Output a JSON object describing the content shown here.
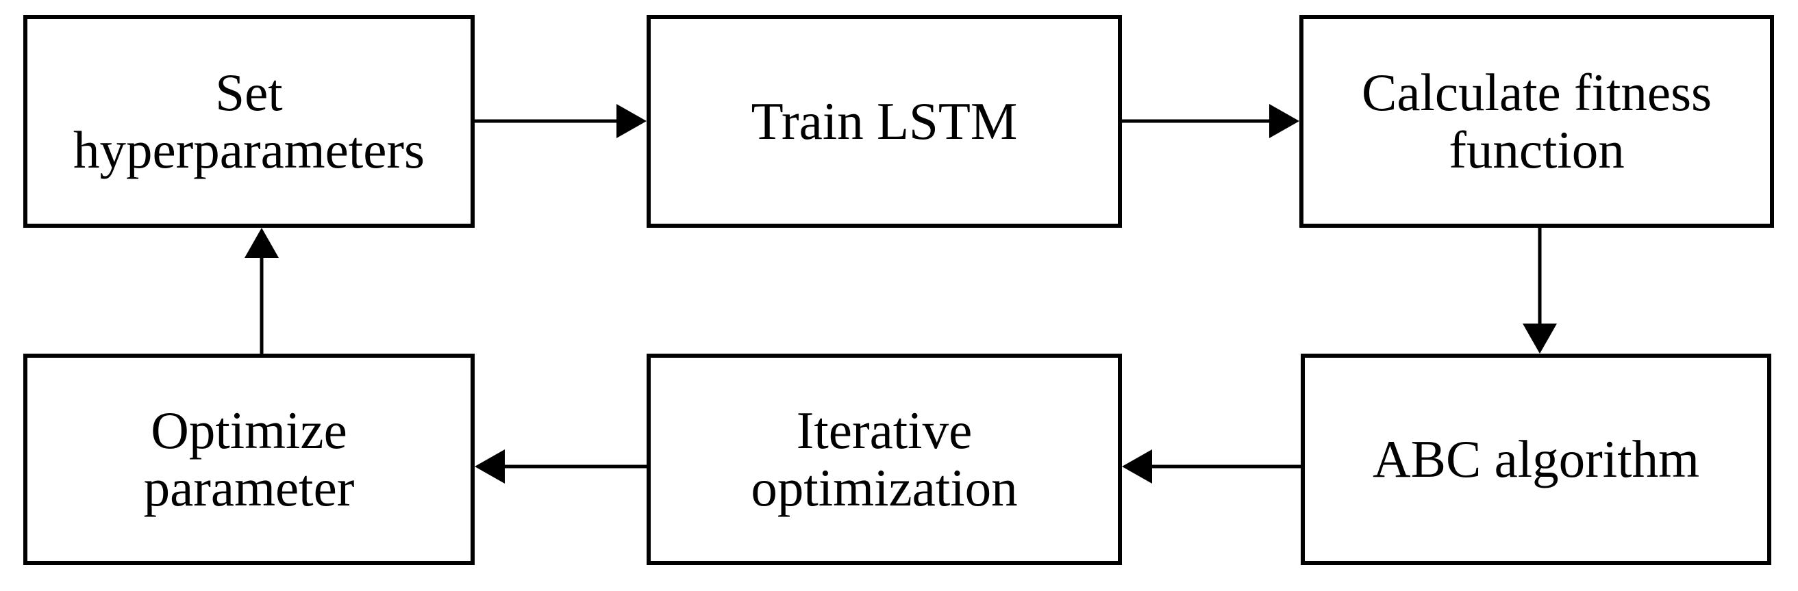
{
  "diagram": {
    "type": "flowchart",
    "colors": {
      "foreground": "#000000",
      "background": "#ffffff",
      "box_fill": "#ffffff",
      "box_border": "#000000"
    },
    "nodes": [
      {
        "id": "set-hyperparameters",
        "label": "Set hyperparameters"
      },
      {
        "id": "train-lstm",
        "label": "Train LSTM"
      },
      {
        "id": "calculate-fitness-function",
        "label": "Calculate fitness function"
      },
      {
        "id": "abc-algorithm",
        "label": "ABC algorithm"
      },
      {
        "id": "iterative-optimization",
        "label": "Iterative optimization"
      },
      {
        "id": "optimize-parameter",
        "label": "Optimize parameter"
      }
    ],
    "edges": [
      {
        "from": "set-hyperparameters",
        "to": "train-lstm",
        "direction": "right"
      },
      {
        "from": "train-lstm",
        "to": "calculate-fitness-function",
        "direction": "right"
      },
      {
        "from": "calculate-fitness-function",
        "to": "abc-algorithm",
        "direction": "down"
      },
      {
        "from": "abc-algorithm",
        "to": "iterative-optimization",
        "direction": "left"
      },
      {
        "from": "iterative-optimization",
        "to": "optimize-parameter",
        "direction": "left"
      },
      {
        "from": "optimize-parameter",
        "to": "set-hyperparameters",
        "direction": "up"
      }
    ]
  }
}
